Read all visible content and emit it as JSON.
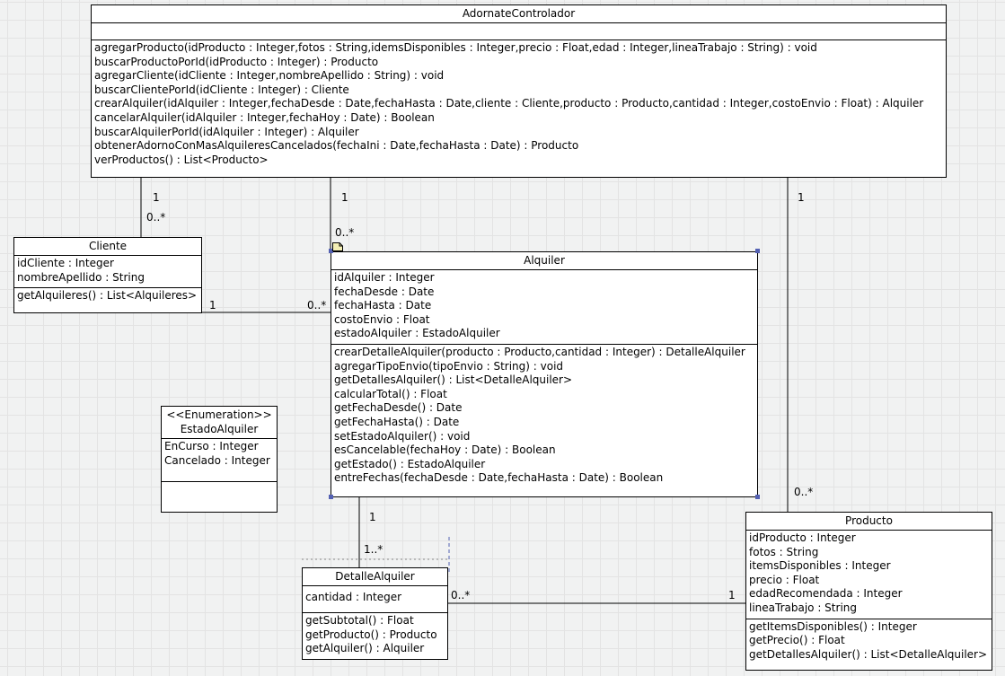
{
  "classes": {
    "controlador": {
      "name": "AdornateControlador",
      "attributes": [],
      "operations": [
        "agregarProducto(idProducto : Integer,fotos : String,idemsDisponibles : Integer,precio : Float,edad : Integer,lineaTrabajo : String) : void",
        "buscarProductoPorId(idProducto : Integer) : Producto",
        "agregarCliente(idCliente : Integer,nombreApellido : String) : void",
        "buscarClientePorId(idCliente : Integer) : Cliente",
        "crearAlquiler(idAlquiler : Integer,fechaDesde : Date,fechaHasta : Date,cliente : Cliente,producto : Producto,cantidad : Integer,costoEnvio : Float) : Alquiler",
        "cancelarAlquiler(idAlquiler : Integer,fechaHoy : Date) : Boolean",
        "buscarAlquilerPorId(idAlquiler : Integer) : Alquiler",
        "obtenerAdornoConMasAlquileresCancelados(fechaIni : Date,fechaHasta : Date) : Producto",
        "verProductos() : List<Producto>"
      ]
    },
    "cliente": {
      "name": "Cliente",
      "attributes": [
        "idCliente : Integer",
        "nombreApellido : String"
      ],
      "operations": [
        "getAlquileres() : List<Alquileres>"
      ]
    },
    "alquiler": {
      "name": "Alquiler",
      "attributes": [
        "idAlquiler : Integer",
        "fechaDesde : Date",
        "fechaHasta : Date",
        "costoEnvio : Float",
        "estadoAlquiler : EstadoAlquiler"
      ],
      "operations": [
        "crearDetalleAlquiler(producto : Producto,cantidad : Integer) : DetalleAlquiler",
        "agregarTipoEnvio(tipoEnvio : String) : void",
        "getDetallesAlquiler() : List<DetalleAlquiler>",
        "calcularTotal() : Float",
        "getFechaDesde() : Date",
        "getFechaHasta() : Date",
        "setEstadoAlquiler() : void",
        "esCancelable(fechaHoy : Date) : Boolean",
        "getEstado() : EstadoAlquiler",
        "entreFechas(fechaDesde : Date,fechaHasta : Date) : Boolean"
      ]
    },
    "estado": {
      "stereotype": "<<Enumeration>>",
      "name": "EstadoAlquiler",
      "attributes": [
        "EnCurso : Integer",
        "Cancelado : Integer"
      ],
      "operations": []
    },
    "detalle": {
      "name": "DetalleAlquiler",
      "attributes": [
        "cantidad : Integer"
      ],
      "operations": [
        "getSubtotal() : Float",
        "getProducto() : Producto",
        "getAlquiler() : Alquiler"
      ]
    },
    "producto": {
      "name": "Producto",
      "attributes": [
        "idProducto : Integer",
        "fotos : String",
        "itemsDisponibles : Integer",
        "precio : Float",
        "edadRecomendada : Integer",
        "lineaTrabajo : String"
      ],
      "operations": [
        "getItemsDisponibles() : Integer",
        "getPrecio() : Float",
        "getDetallesAlquiler() : List<DetalleAlquiler>"
      ]
    }
  },
  "associations": [
    {
      "id": "ctrl-cliente",
      "from": "controlador",
      "to": "cliente",
      "source_multiplicity": "1",
      "target_multiplicity": "0..*"
    },
    {
      "id": "ctrl-alquiler",
      "from": "controlador",
      "to": "alquiler",
      "source_multiplicity": "1",
      "target_multiplicity": "0..*"
    },
    {
      "id": "ctrl-producto",
      "from": "controlador",
      "to": "producto",
      "source_multiplicity": "1",
      "target_multiplicity": "0..*"
    },
    {
      "id": "cliente-alquiler",
      "from": "cliente",
      "to": "alquiler",
      "source_multiplicity": "1",
      "target_multiplicity": "0..*"
    },
    {
      "id": "alquiler-detalle",
      "from": "alquiler",
      "to": "detalle",
      "source_multiplicity": "1",
      "target_multiplicity": "1..*"
    },
    {
      "id": "detalle-producto",
      "from": "detalle",
      "to": "producto",
      "source_multiplicity": "0..*",
      "target_multiplicity": "1"
    }
  ],
  "colors": {
    "selection_handle": "#5461b3",
    "canvas_background": "#f1f2f2",
    "grid_line": "#e3e3e3",
    "note_icon": "#f3eeb4"
  }
}
